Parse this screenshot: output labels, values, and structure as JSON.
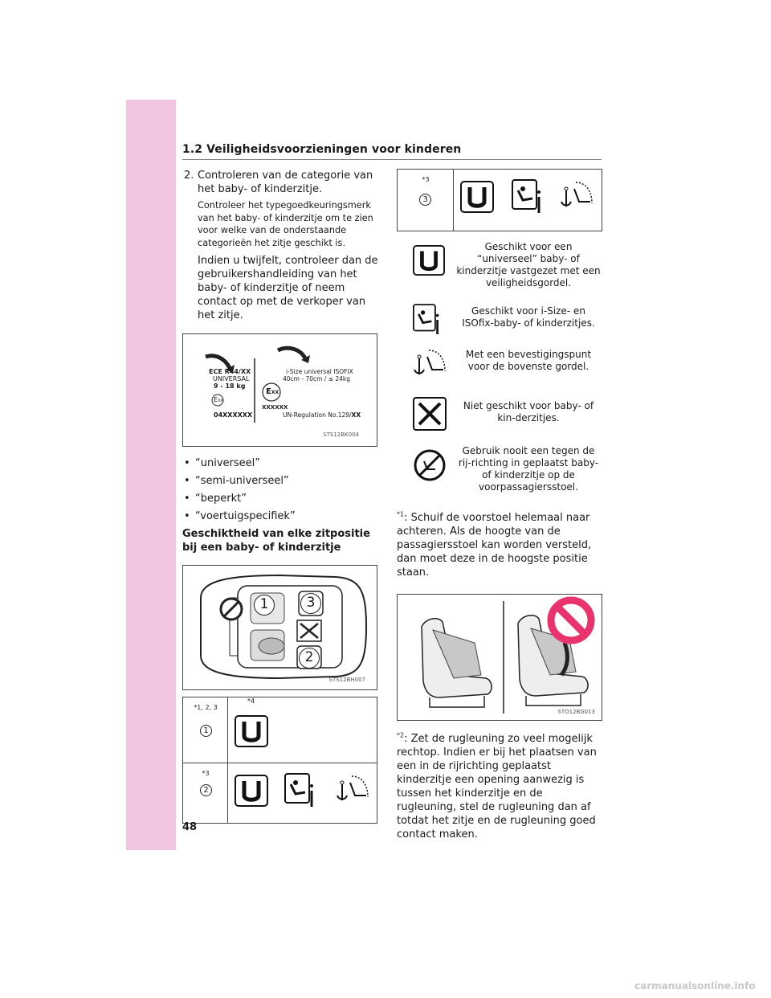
{
  "header": {
    "section": "1.2 Veiligheidsvoorzieningen voor kinderen"
  },
  "page_number": "48",
  "watermark": "carmanualsonline.info",
  "step2": {
    "number": "2.",
    "title": "Controleren van de categorie van het baby- of kinderzitje.",
    "sub": "Controleer het typegoedkeuringsmerk van het baby- of kinderzitje om te zien voor welke van de onderstaande categorieën het zitje geschikt is.",
    "body": "Indien u twijfelt, controleer dan de gebruikershandleiding van het baby- of kinderzitje of neem contact op met de verkoper van het zitje."
  },
  "label_figure": {
    "ece_line": "ECE R44/",
    "xx": "XX",
    "universal": "UNIVERSAL",
    "weight": "9 - 18 kg",
    "e_mark": "E",
    "e_sub": "XX",
    "code_left": "04XXXXXX",
    "isize_title": "i-Size universal ISOFIX",
    "isize_range": "40cm - 70cm / ≤ 24kg",
    "code_right": "XXXXXX",
    "regulation": "UN-Regulation No.129/",
    "code": "STS12BK004"
  },
  "categories": [
    "“universeel”",
    "“semi-universeel”",
    "“beperkt”",
    "“voertuigspecifiek”"
  ],
  "suitability_heading": "Geschiktheid van elke zitpositie bij een baby- of kinderzitje",
  "car_figure": {
    "code": "STS12BH007",
    "pos1": "1",
    "pos2": "2",
    "pos3": "3"
  },
  "seat_table": [
    {
      "sup": "*1, 2, 3",
      "pos": "1",
      "extra_sup": "*4"
    },
    {
      "sup": "*3",
      "pos": "2"
    }
  ],
  "right_table": {
    "sup": "*3",
    "pos": "3"
  },
  "legend": [
    {
      "icon": "universal-u-icon",
      "text": "Geschikt voor een “universeel” baby- of kinderzitje vastgezet met een veiligheidsgordel."
    },
    {
      "icon": "isofix-seat-icon",
      "text": "Geschikt voor i-Size- en ISOfix-baby- of kinderzitjes."
    },
    {
      "icon": "top-tether-anchor-icon",
      "text": "Met een bevestigingspunt voor de bovenste gordel."
    },
    {
      "icon": "not-suitable-x-icon",
      "text": "Niet geschikt voor baby- of kin-derzitjes."
    },
    {
      "icon": "no-rear-facing-icon",
      "text": "Gebruik nooit een tegen de rij-richting in geplaatst baby- of kinderzitje op de voorpassagiersstoel."
    }
  ],
  "note1": {
    "mark": "*1",
    "text": ": Schuif de voorstoel helemaal naar achteren. Als de hoogte van de passagiersstoel kan worden versteld, dan moet deze in de hoogste positie staan."
  },
  "seat_figure": {
    "code": "STO12BG013"
  },
  "note2": {
    "mark": "*2",
    "text": ": Zet de rugleuning zo veel mogelijk rechtop. Indien er bij het plaatsen van een in de rijrichting geplaatst kinderzitje een opening aanwezig is tussen het kinderzitje en de rugleuning, stel de rugleuning dan af totdat het zitje en de rugleuning goed contact maken."
  },
  "colors": {
    "tab": "#f2c6e3",
    "prohibit": "#e8336d"
  }
}
